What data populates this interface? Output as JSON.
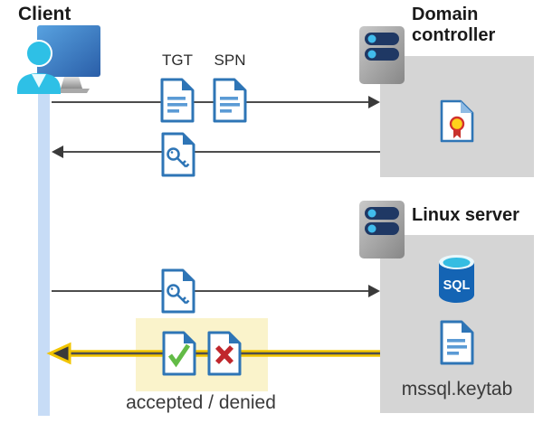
{
  "client": {
    "label": "Client"
  },
  "domain_controller": {
    "label": "Domain controller"
  },
  "linux_server": {
    "label": "Linux server",
    "sql_badge": "SQL",
    "keytab_file": "mssql.keytab"
  },
  "messages": {
    "tgt": "TGT",
    "spn": "SPN",
    "result": "accepted / denied"
  },
  "icons": [
    "client-user-monitor-icon",
    "server-icon",
    "ticket-document-icon",
    "key-ticket-document-icon",
    "certificate-icon",
    "sql-database-icon",
    "accepted-document-icon",
    "denied-document-icon",
    "arrow-right-icon",
    "arrow-left-icon",
    "accept-deny-arrow-icon"
  ],
  "colors": {
    "doc_border": "#2E75B6",
    "doc_lines": "#5B9BD5",
    "lifeline": "#C7DCF6",
    "panel_gray": "#D5D5D5",
    "highlight_yellow": "#FAF3CB",
    "arrow_gray": "#4D4D4D",
    "arrow_yellow": "#F2C500",
    "check_green": "#62BB46",
    "deny_red": "#C0272D",
    "sql_blue": "#1464B4",
    "person_cyan": "#2EC0E6",
    "server_pill_navy": "#1F3864",
    "server_dot_blue": "#41BCEC"
  }
}
